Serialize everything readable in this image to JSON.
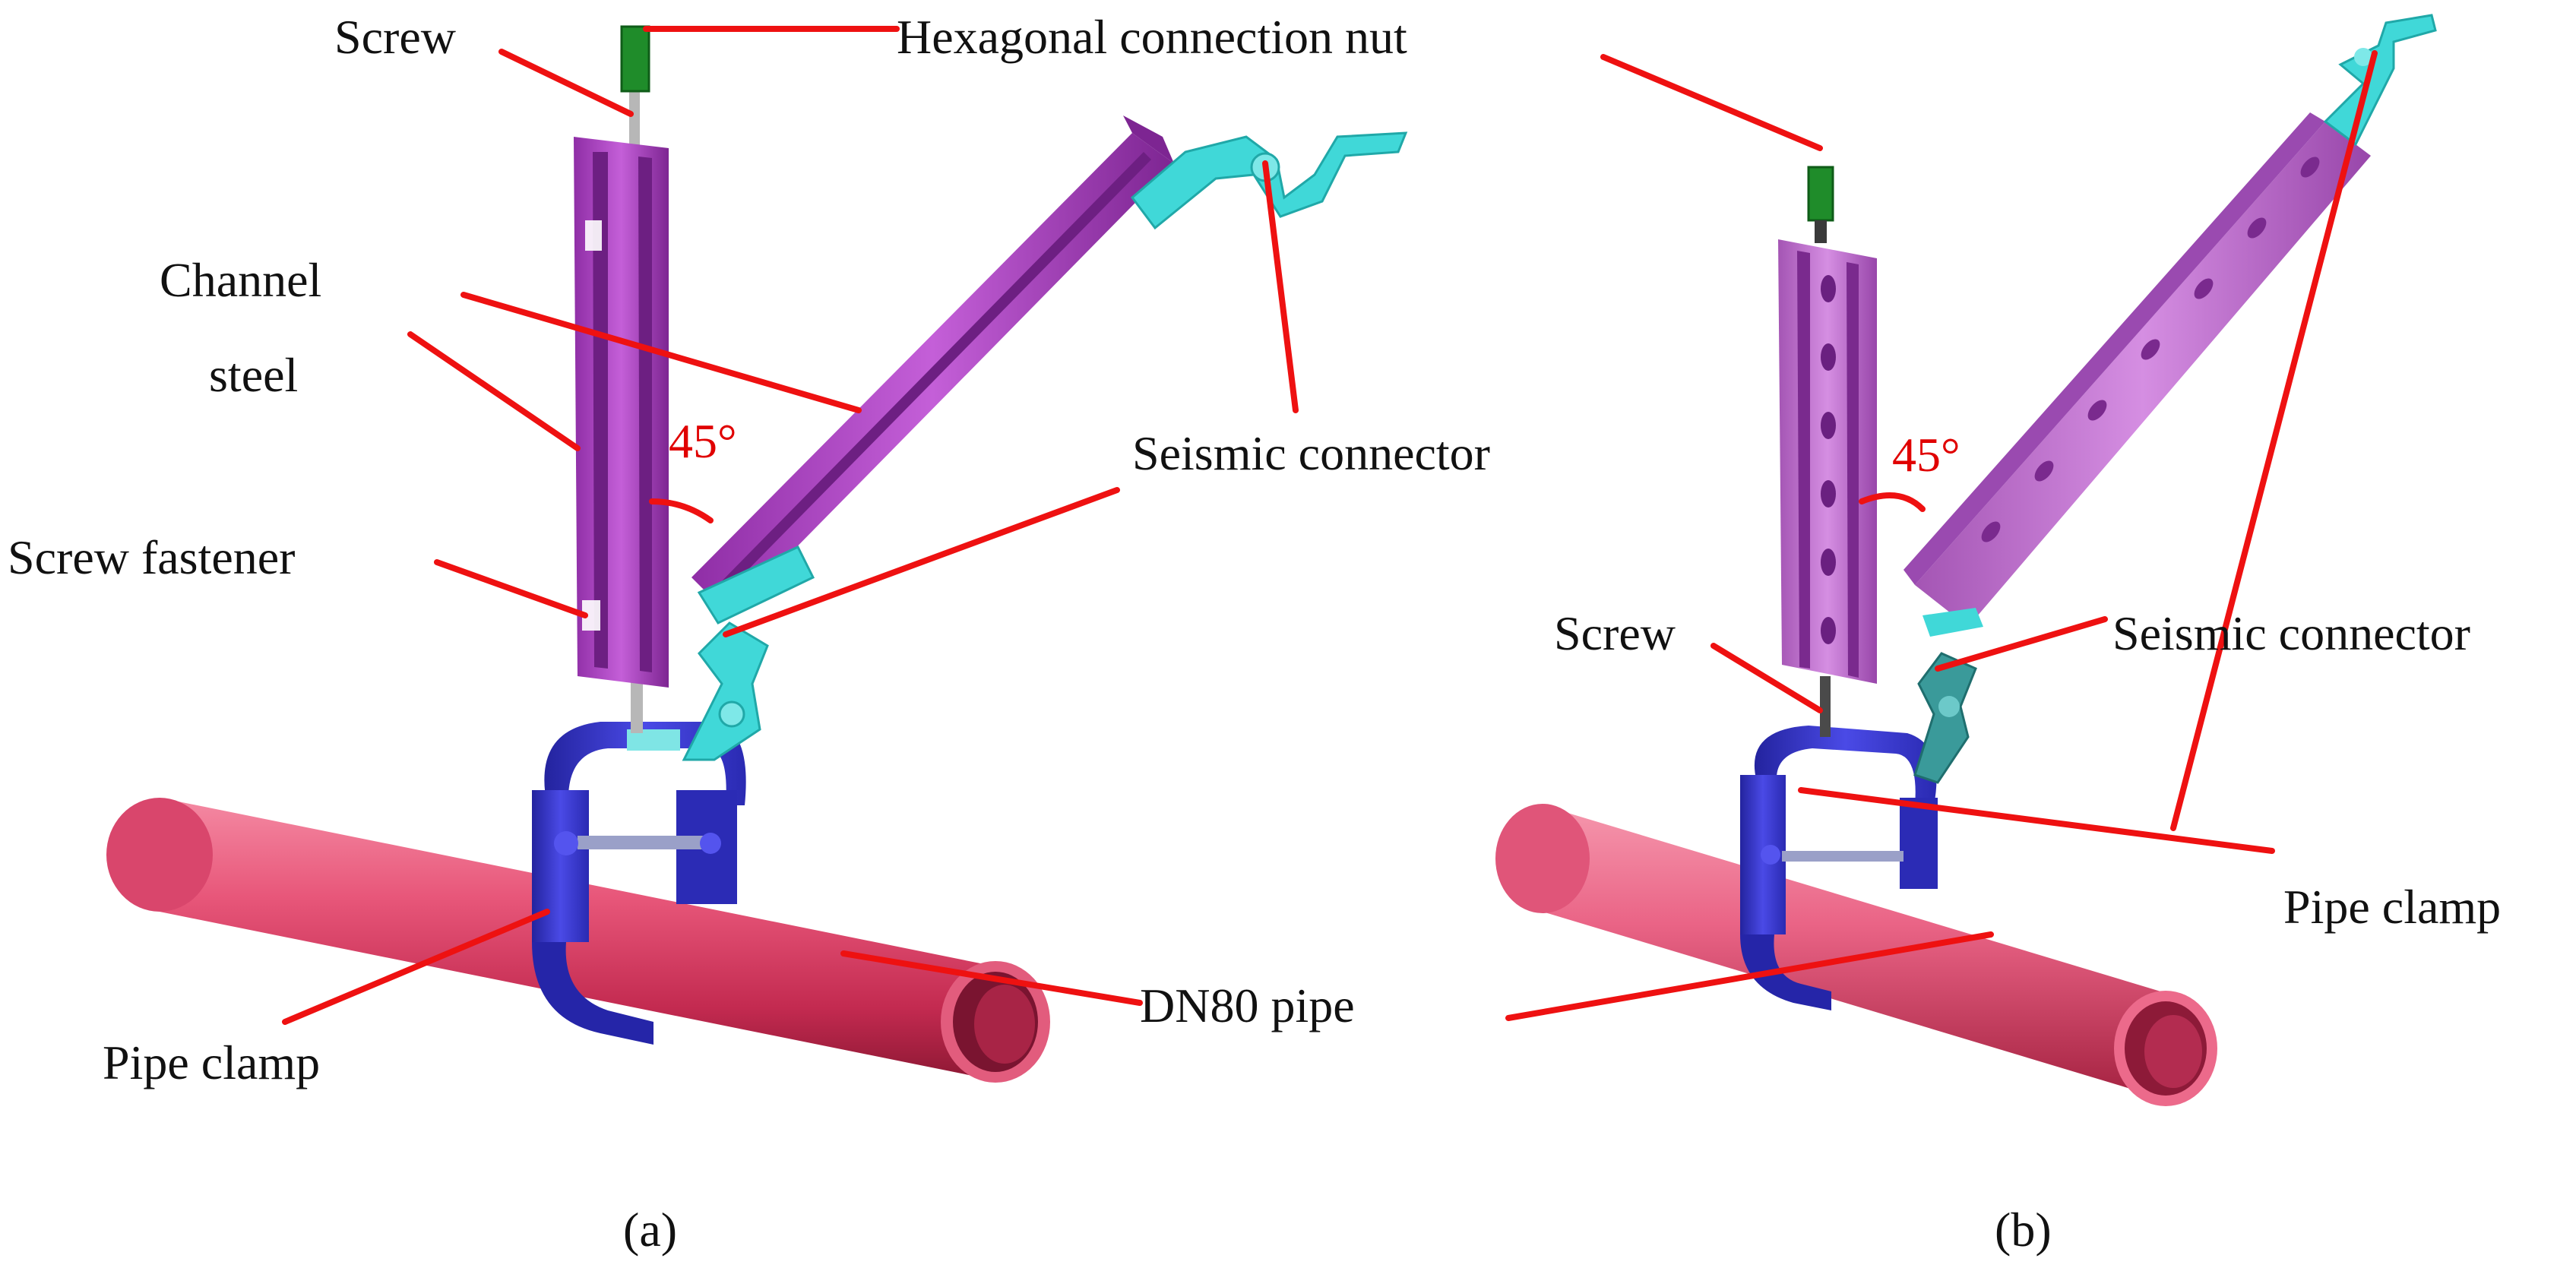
{
  "figure": {
    "panel_a": {
      "caption": "(a)",
      "labels": {
        "screw_top": "Screw",
        "hex_nut": "Hexagonal connection nut",
        "channel_steel_line1": "Channel",
        "channel_steel_line2": "steel",
        "angle": "45°",
        "seismic_connector": "Seismic connector",
        "screw_fastener": "Screw fastener",
        "pipe_clamp": "Pipe clamp",
        "pipe": "DN80 pipe"
      }
    },
    "panel_b": {
      "caption": "(b)",
      "labels": {
        "angle": "45°",
        "screw": "Screw",
        "seismic_connector": "Seismic connector",
        "pipe_clamp": "Pipe clamp"
      }
    },
    "colors": {
      "leader_lines": "#ee1111",
      "channel_steel": "#b348c8",
      "seismic_connector": "#40d8d8",
      "pipe_clamp": "#3a3ad8",
      "pipe": "#e0456a",
      "nut": "#1f8c2a",
      "angle_text": "#e00000"
    }
  }
}
